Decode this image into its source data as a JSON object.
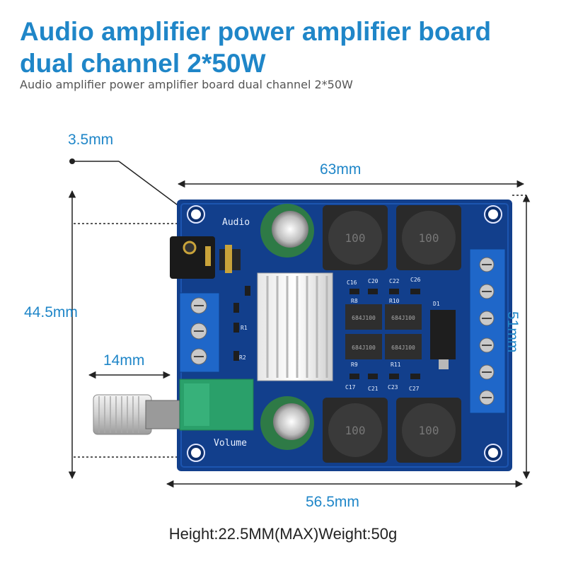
{
  "title_line1": "Audio amplifier power amplifier board",
  "title_line2": "dual channel 2*50W",
  "subtitle": "Audio amplifier power amplifier board dual channel 2*50W",
  "dimensions": {
    "top_width": "63mm",
    "bottom_width": "56.5mm",
    "left_height": "44.5mm",
    "right_height": "51mm",
    "hole": "3.5mm",
    "shaft": "14mm"
  },
  "board_labels": {
    "audio": "Audio",
    "volume": "Volume",
    "inductor": "100",
    "chip": "684J100",
    "c16": "C16",
    "c20": "C20",
    "c22": "C22",
    "c26": "C26",
    "c17": "C17",
    "c21": "C21",
    "c23": "C23",
    "c27": "C27",
    "r8": "R8",
    "r10": "R10",
    "r9": "R9",
    "r11": "R11",
    "d1": "D1",
    "r1": "R1",
    "r2": "R2"
  },
  "footer": "Height:22.5MM(MAX)Weight:50g",
  "colors": {
    "accent": "#1f86c8",
    "pcb": "#123f8c",
    "terminal": "#1f67c9",
    "potentiometer": "#2aa06a"
  }
}
